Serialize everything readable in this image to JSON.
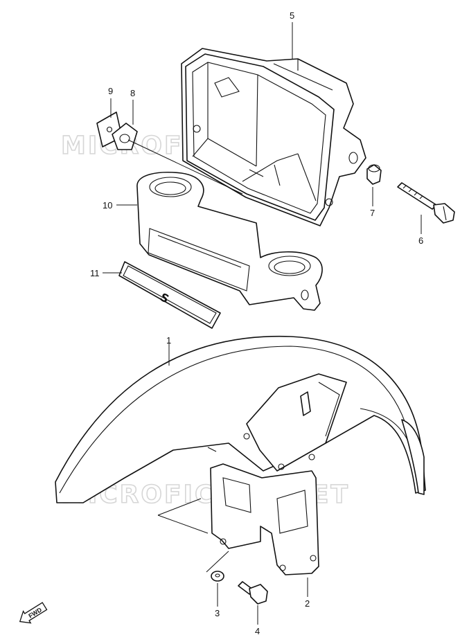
{
  "watermark": "MICROFICHES.NET",
  "fwd_label": "FWD",
  "callouts": [
    {
      "id": "1",
      "name": "front-fender"
    },
    {
      "id": "2",
      "name": "fender-brace"
    },
    {
      "id": "3",
      "name": "washer"
    },
    {
      "id": "4",
      "name": "bolt"
    },
    {
      "id": "5",
      "name": "headlamp-housing"
    },
    {
      "id": "6",
      "name": "housing-bolt"
    },
    {
      "id": "7",
      "name": "collar"
    },
    {
      "id": "8",
      "name": "cushion"
    },
    {
      "id": "9",
      "name": "nut-plate"
    },
    {
      "id": "10",
      "name": "headlamp-bracket"
    },
    {
      "id": "11",
      "name": "emblem"
    }
  ]
}
